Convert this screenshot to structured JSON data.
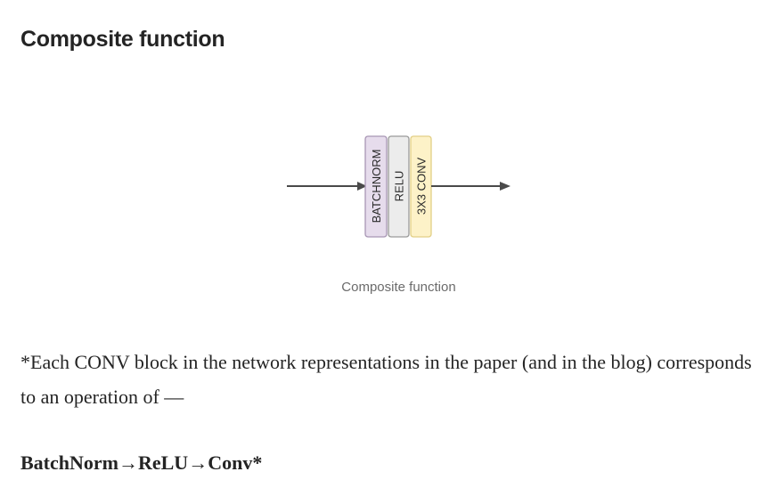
{
  "heading": "Composite function",
  "diagram": {
    "blocks": [
      {
        "label": "BATCHNORM",
        "fill": "#e6dcec",
        "stroke": "#a896b4"
      },
      {
        "label": "RELU",
        "fill": "#ececec",
        "stroke": "#9a9a9a"
      },
      {
        "label": "3X3 CONV",
        "fill": "#fdf2c8",
        "stroke": "#e2cf86"
      }
    ],
    "arrow_color": "#4a4a4a"
  },
  "caption": "Composite function",
  "paragraph": "*Each CONV block in the network representations in the paper (and in the blog) corresponds to an operation of —",
  "sequence": "BatchNorm→ReLU→Conv*"
}
